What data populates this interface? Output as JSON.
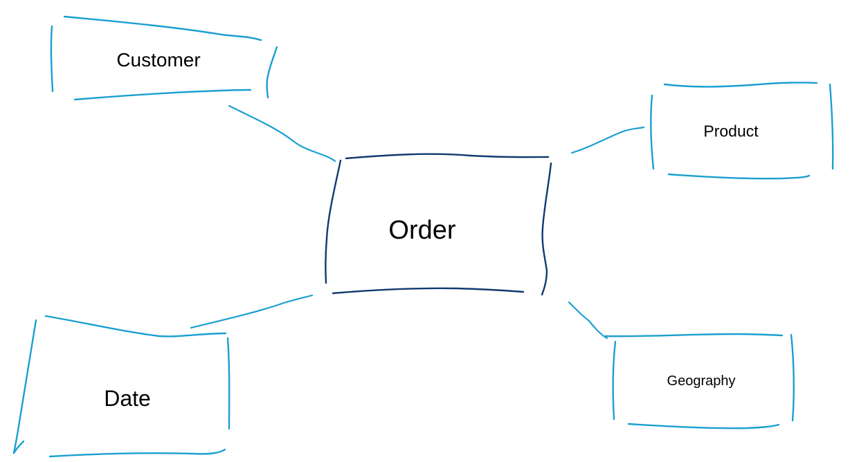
{
  "colors": {
    "dimension_stroke": "#1a9fd0",
    "fact_stroke": "#0f3a6e",
    "label_text": "#000000",
    "background": "#ffffff"
  },
  "diagram": {
    "fact_table": {
      "label": "Order"
    },
    "dimension_tables": [
      {
        "id": "customer",
        "label": "Customer"
      },
      {
        "id": "product",
        "label": "Product"
      },
      {
        "id": "date",
        "label": "Date"
      },
      {
        "id": "geography",
        "label": "Geography"
      }
    ],
    "relationships": [
      {
        "from": "Order",
        "to": "Customer"
      },
      {
        "from": "Order",
        "to": "Product"
      },
      {
        "from": "Order",
        "to": "Date"
      },
      {
        "from": "Order",
        "to": "Geography"
      }
    ]
  }
}
